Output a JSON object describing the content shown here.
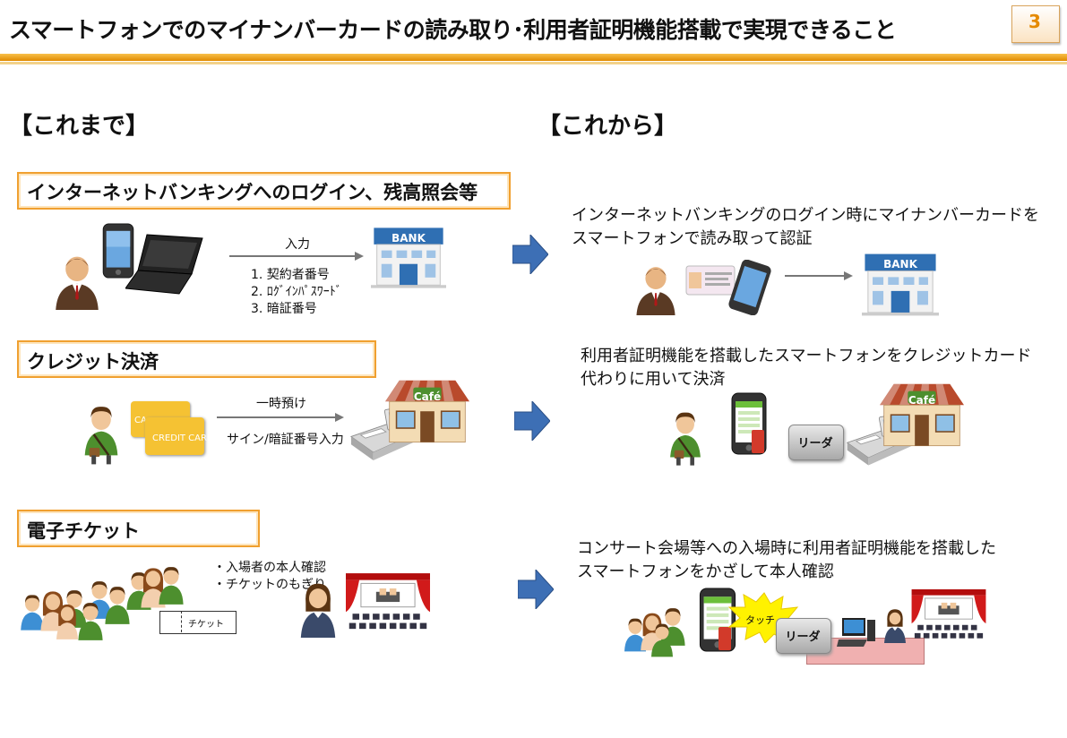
{
  "header": {
    "title": "スマートフォンでのマイナンバーカードの読み取り･利用者証明機能搭載で実現できること",
    "page_number": "3"
  },
  "columns": {
    "before": "【これまで】",
    "after": "【これから】"
  },
  "sections": {
    "banking": {
      "title": "インターネットバンキングへのログイン、残高照会等",
      "input_label": "入力",
      "items": [
        "1. 契約者番号",
        "2. ﾛｸﾞｲﾝﾊﾟｽﾜｰﾄﾞ",
        "3. 暗証番号"
      ],
      "bank_sign": "BANK",
      "future_line1": "インターネットバンキングのログイン時にマイナンバーカードを",
      "future_line2": "スマートフォンで読み取って認証"
    },
    "credit": {
      "title": "クレジット決済",
      "card_front": "CA",
      "card_back": "CREDIT CARD",
      "arrow_top": "一時預け",
      "arrow_bottom": "サイン/暗証番号入力",
      "cafe_sign": "Café",
      "future_line1": "利用者証明機能を搭載したスマートフォンをクレジットカード",
      "future_line2": "代わりに用いて決済",
      "reader_label": "リーダ"
    },
    "ticket": {
      "title": "電子チケット",
      "bullet1": "・入場者の本人確認",
      "bullet2": "・チケットのもぎり",
      "ticket_label": "チケット",
      "future_line1": "コンサート会場等への入場時に利用者証明機能を搭載した",
      "future_line2": "スマートフォンをかざして本人確認",
      "touch_label": "タッチ",
      "reader_label": "リーダ"
    }
  },
  "colors": {
    "accent_orange": "#f0a030",
    "arrow_blue": "#3d6fb5",
    "bank_blue": "#2f6fb3",
    "card_yellow": "#f5c233",
    "theater_red": "#d11a1a"
  },
  "icons": [
    "businessman-icon",
    "smartphone-icon",
    "laptop-icon",
    "bank-building-icon",
    "customer-icon",
    "credit-card-icon",
    "cafe-storefront-icon",
    "card-terminal-icon",
    "crowd-icon",
    "ticket-clerk-icon",
    "theater-stage-icon",
    "my-number-card-icon",
    "reader-device-icon",
    "touch-burst-icon",
    "pc-terminal-icon",
    "reception-counter-icon"
  ]
}
